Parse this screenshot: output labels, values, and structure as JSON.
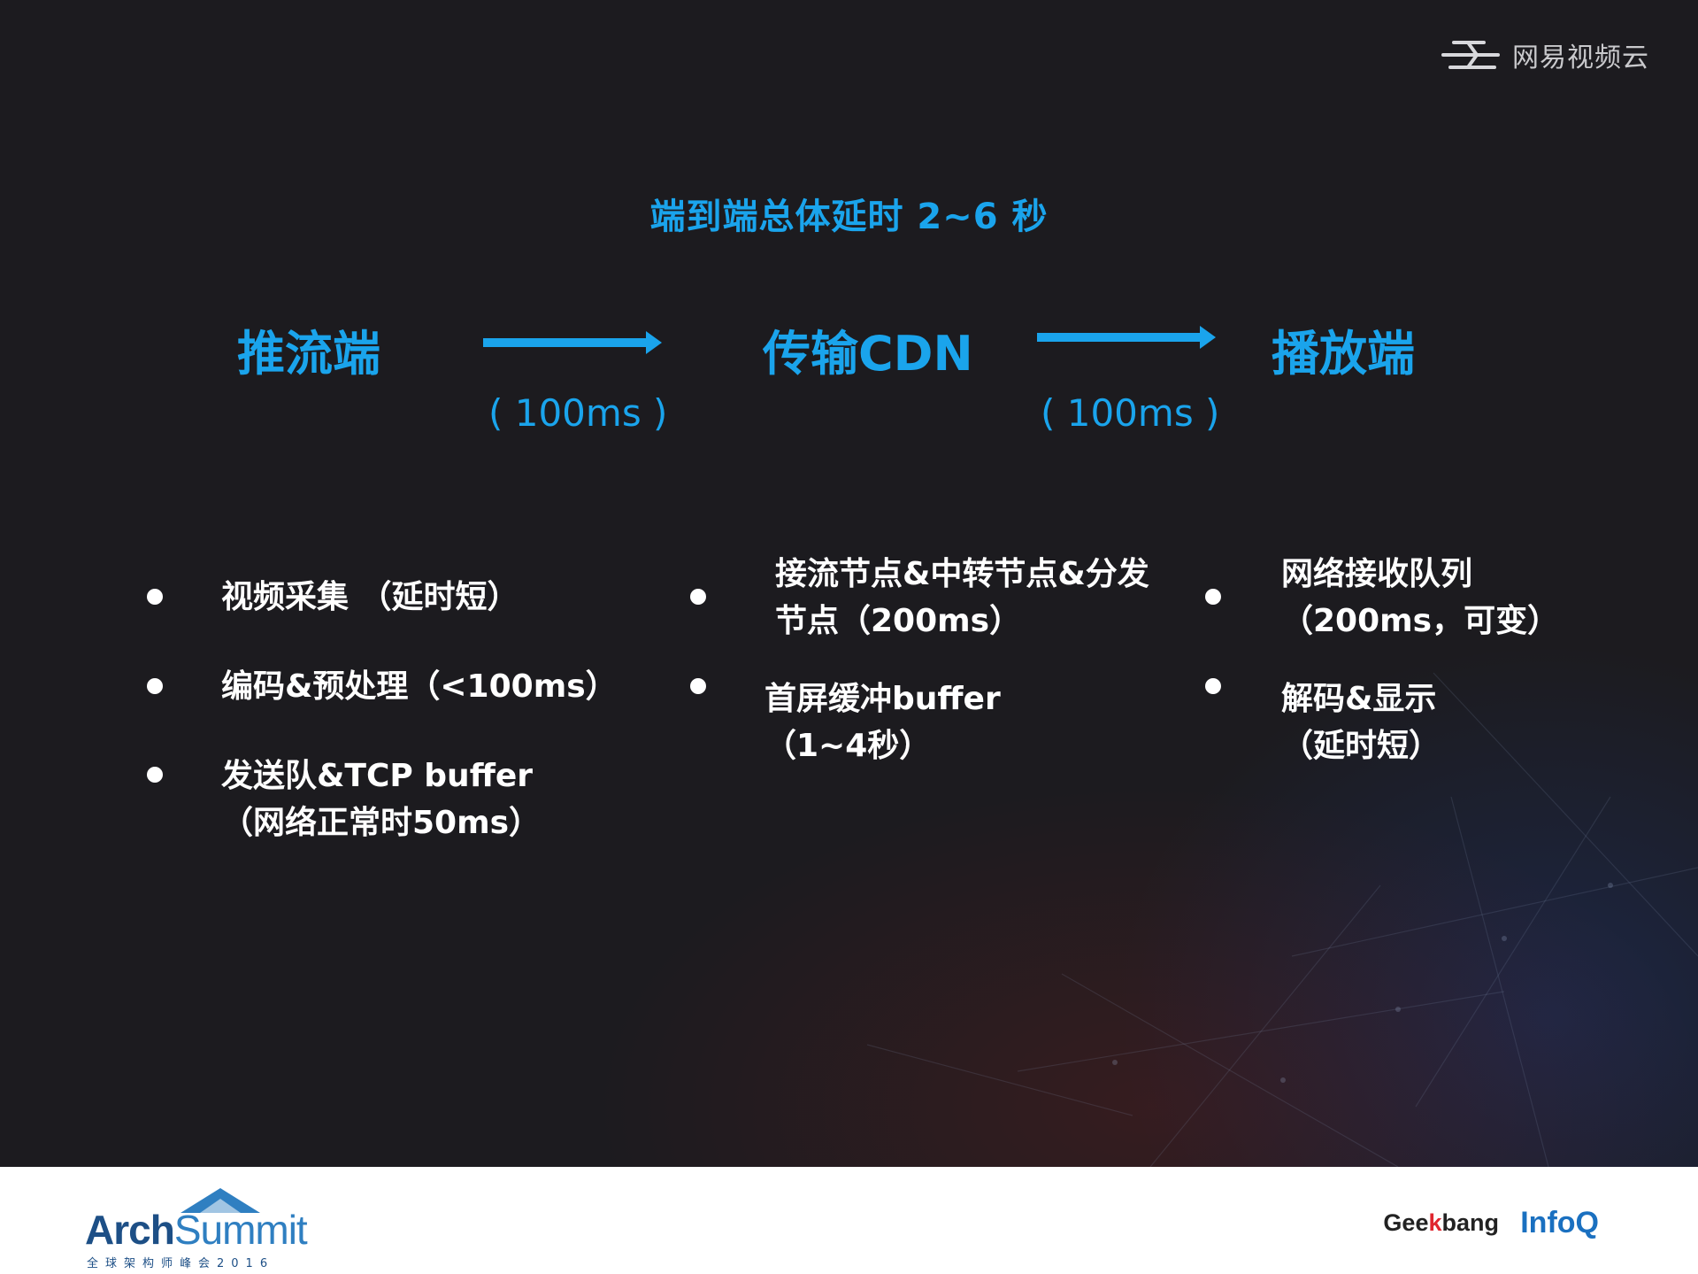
{
  "brand": {
    "name": "网易视频云",
    "icon": "netease-vcloud-logo-icon"
  },
  "headline": "端到端总体延时 2~6 秒",
  "pipeline": {
    "stages": [
      "推流端",
      "传输CDN",
      "播放端"
    ],
    "latencies": [
      "( 100ms )",
      "( 100ms )"
    ]
  },
  "columns": [
    [
      [
        "视频采集 （延时短）"
      ],
      [
        "编码&预处理（<100ms）"
      ],
      [
        "发送队&TCP buffer",
        "（网络正常时50ms）"
      ]
    ],
    [
      [
        "接流节点&中转节点&分发",
        "节点（200ms）"
      ],
      [
        "首屏缓冲buffer",
        "（1~4秒）"
      ]
    ],
    [
      [
        "网络接收队列",
        "（200ms，可变）"
      ],
      [
        "解码&显示",
        "（延时短）"
      ]
    ]
  ],
  "footer": {
    "archsummit_arch": "Arch",
    "archsummit_summit": "Summit",
    "archsummit_sub": "全球架构师峰会2016",
    "geekbang_a": "Gee",
    "geekbang_b": "k",
    "geekbang_c": "bang",
    "infoq": "InfoQ"
  },
  "colors": {
    "accent": "#1aa4ec",
    "background": "#1c1b1f",
    "text": "#ffffff"
  }
}
